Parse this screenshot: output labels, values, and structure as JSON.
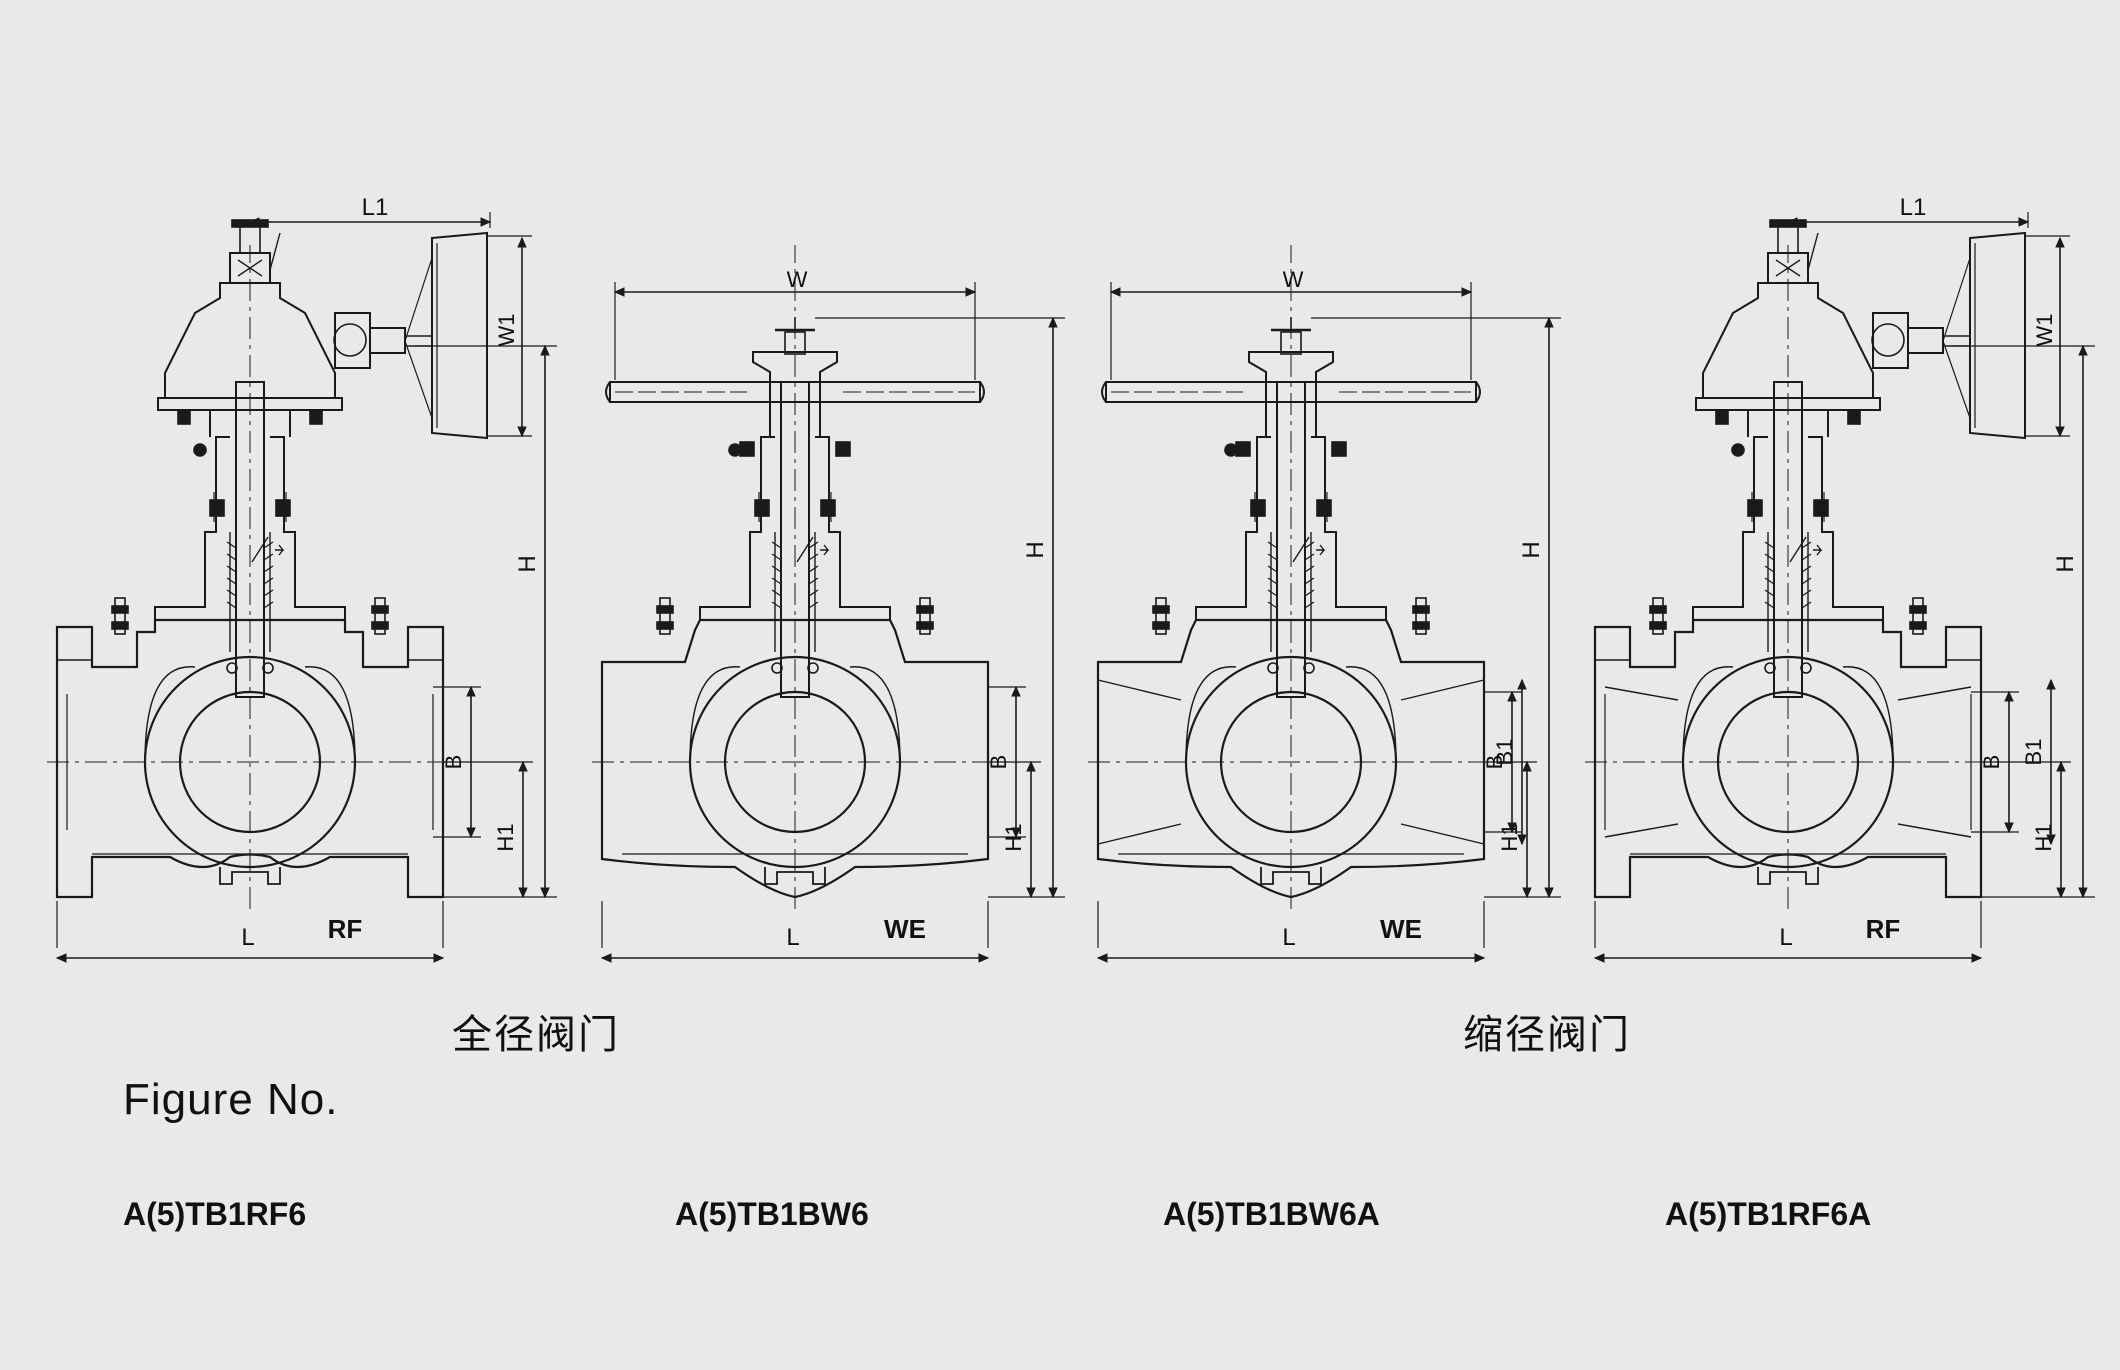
{
  "views": [
    {
      "actuator": "gear",
      "ends": "flanged",
      "bore": "full",
      "labels": {
        "top": "L1",
        "side": "W1",
        "height": "H",
        "bore": "B",
        "lower": "H1",
        "length": "L",
        "end": "RF"
      }
    },
    {
      "actuator": "handwheel",
      "ends": "welded",
      "bore": "full",
      "labels": {
        "top": "W",
        "height": "H",
        "bore": "B",
        "lower": "H1",
        "length": "L",
        "end": "WE"
      }
    },
    {
      "actuator": "handwheel",
      "ends": "welded",
      "bore": "reduced",
      "labels": {
        "top": "W",
        "height": "H",
        "bore": "B",
        "bore2": "B1",
        "lower": "H1",
        "length": "L",
        "end": "WE"
      }
    },
    {
      "actuator": "gear",
      "ends": "flanged",
      "bore": "reduced",
      "labels": {
        "top": "L1",
        "side": "W1",
        "height": "H",
        "bore": "B",
        "bore2": "B1",
        "lower": "H1",
        "length": "L",
        "end": "RF"
      }
    }
  ],
  "captions": {
    "full_bore": "全径阀门",
    "reduced_bore": "缩径阀门"
  },
  "heading": "Figure No.",
  "figure_numbers": [
    "A(5)TB1RF6",
    "A(5)TB1BW6",
    "A(5)TB1BW6A",
    "A(5)TB1RF6A"
  ],
  "colors": {
    "line": "#1a1a1a",
    "background": "#e9e9e9"
  }
}
